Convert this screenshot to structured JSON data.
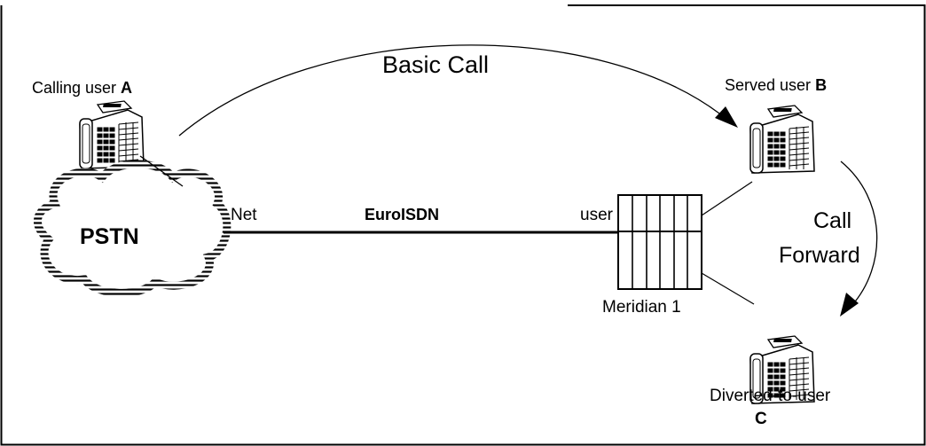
{
  "diagram": {
    "basic_call": "Basic Call",
    "calling_user_text": "Calling user ",
    "calling_user_letter": "A",
    "served_user_text": "Served user ",
    "served_user_letter": "B",
    "net": "Net",
    "euroisdn": "EuroISDN",
    "user": "user",
    "pstn": "PSTN",
    "call": "Call",
    "forward": "Forward",
    "meridian": "Meridian 1",
    "diverted": "Diverted-to-user",
    "diverted_letter": "C"
  },
  "icons": [
    "telephone-icon",
    "cloud-icon",
    "switch-cabinet-icon",
    "arrow-head-icon"
  ],
  "colors": {
    "line": "#000000",
    "background": "#ffffff"
  }
}
